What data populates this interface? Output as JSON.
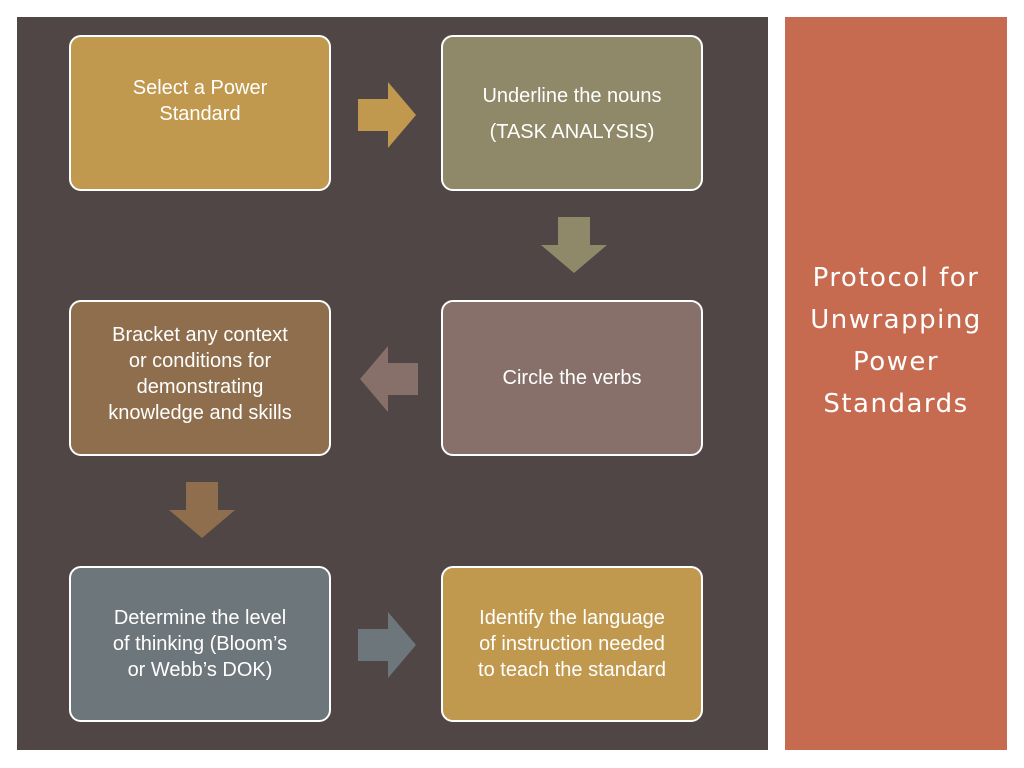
{
  "title_lines": [
    "Protocol for",
    "Unwrapping",
    "Power",
    "Standards"
  ],
  "steps": [
    {
      "lines": [
        "Select a Power",
        "Standard"
      ]
    },
    {
      "lines": [
        "Underline the nouns",
        "(TASK ANALYSIS)"
      ]
    },
    {
      "lines": [
        "Circle the verbs"
      ]
    },
    {
      "lines": [
        "Bracket any context",
        "or conditions for",
        "demonstrating",
        "knowledge and skills"
      ]
    },
    {
      "lines": [
        "Determine the level",
        "of thinking (Bloom’s",
        "or Webb’s DOK)"
      ]
    },
    {
      "lines": [
        "Identify the language",
        "of instruction needed",
        "to teach the standard"
      ]
    }
  ],
  "colors": {
    "background_panel": "#504646",
    "title_panel": "#c66b50",
    "step1": "#c0994f",
    "step2": "#908969",
    "step3": "#87706a",
    "step4": "#8e6e4c",
    "step5": "#6d767a",
    "step6": "#c0994f"
  }
}
